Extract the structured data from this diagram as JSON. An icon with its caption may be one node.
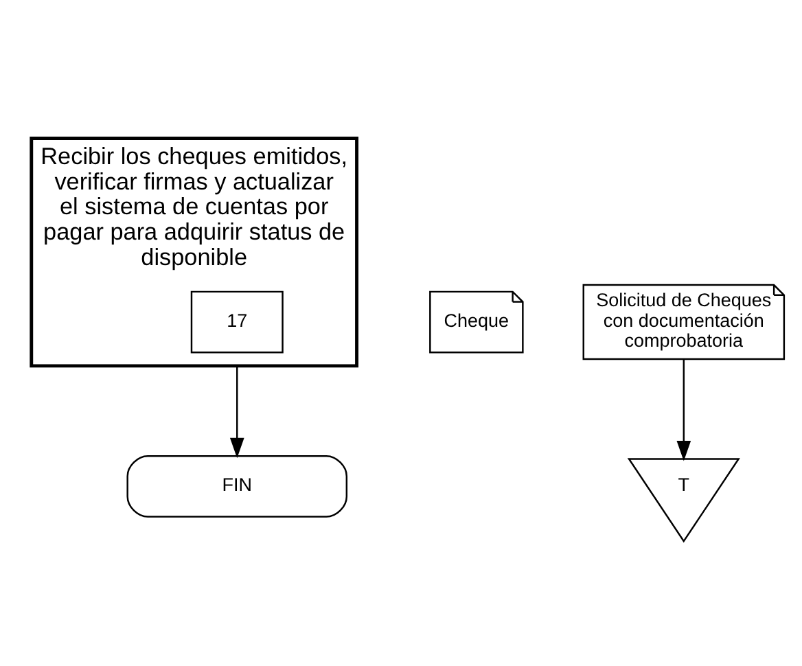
{
  "diagram": {
    "nodes": [
      {
        "text": [
          "Recibir los cheques emitidos, verificar firmas y actualizar el sistema de cuentas por pagar para adquirir status de disponible"
        ]
      },
      {
        "text": [
          "17"
        ],
        "in": 0
      },
      {
        "text": [
          "Cheque"
        ]
      },
      {
        "text": [
          "Solicitud de Cheques con documentación comprobatoria"
        ]
      },
      {
        "text": [
          "FIN"
        ]
      },
      {
        "text": [
          "T"
        ]
      }
    ],
    "edges": [
      {
        "from": 0,
        "to": 4,
        "arrow": "to"
      },
      {
        "from": 3,
        "to": 5,
        "arrow": "to"
      }
    ]
  }
}
